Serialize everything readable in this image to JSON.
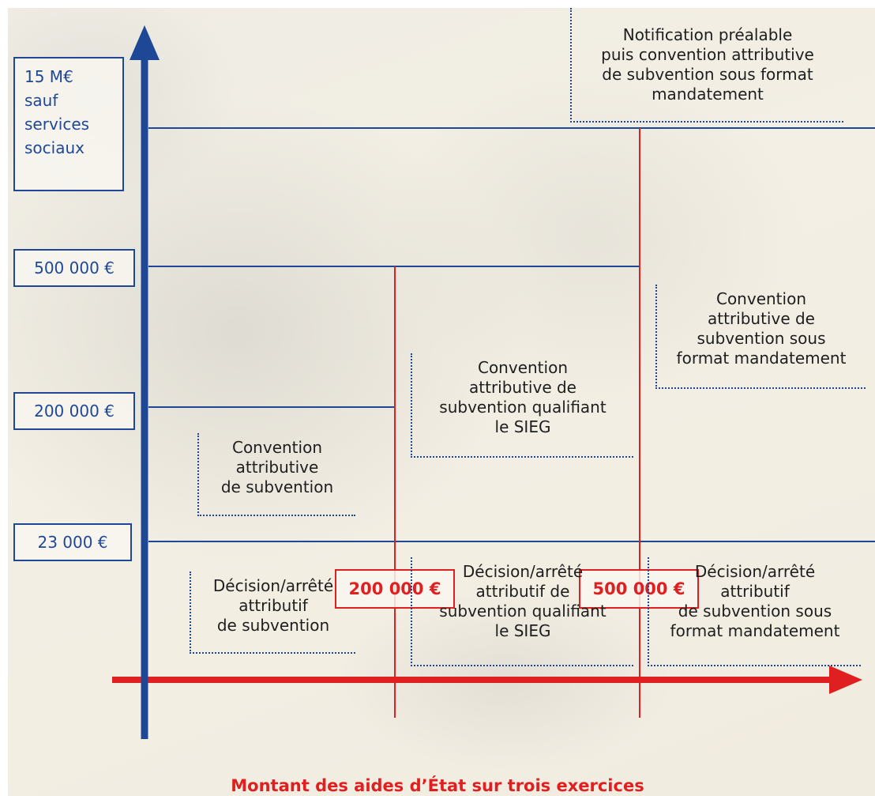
{
  "y_thresholds": [
    {
      "lines": [
        "15 M€",
        "sauf",
        "services",
        "sociaux"
      ]
    },
    {
      "lines": [
        "500 000 €"
      ]
    },
    {
      "lines": [
        "200 000 €"
      ]
    },
    {
      "lines": [
        "23 000 €"
      ]
    }
  ],
  "x_thresholds": [
    "200 000 €",
    "500 000 €"
  ],
  "x_axis_label": "Montant des aides d’État sur trois exercices",
  "cells": {
    "notification": [
      "Notification préalable",
      "puis convention attributive",
      "de subvention sous format",
      "mandatement"
    ],
    "convention_mandatement": [
      "Convention",
      "attributive de",
      "subvention sous",
      "format mandatement"
    ],
    "convention_sieg": [
      "Convention",
      "attributive de",
      "subvention qualifiant",
      "le SIEG"
    ],
    "convention_simple": [
      "Convention",
      "attributive",
      "de subvention"
    ],
    "decision_simple": [
      "Décision/arrêté",
      "attributif",
      "de subvention"
    ],
    "decision_sieg": [
      "Décision/arrêté",
      "attributif de",
      "subvention qualifiant",
      "le SIEG"
    ],
    "decision_mandatement": [
      "Décision/arrêté",
      "attributif",
      "de subvention sous",
      "format mandatement"
    ]
  },
  "colors": {
    "axis_y": "#1e4896",
    "axis_x": "#e02020",
    "text": "#1e1e1e"
  }
}
